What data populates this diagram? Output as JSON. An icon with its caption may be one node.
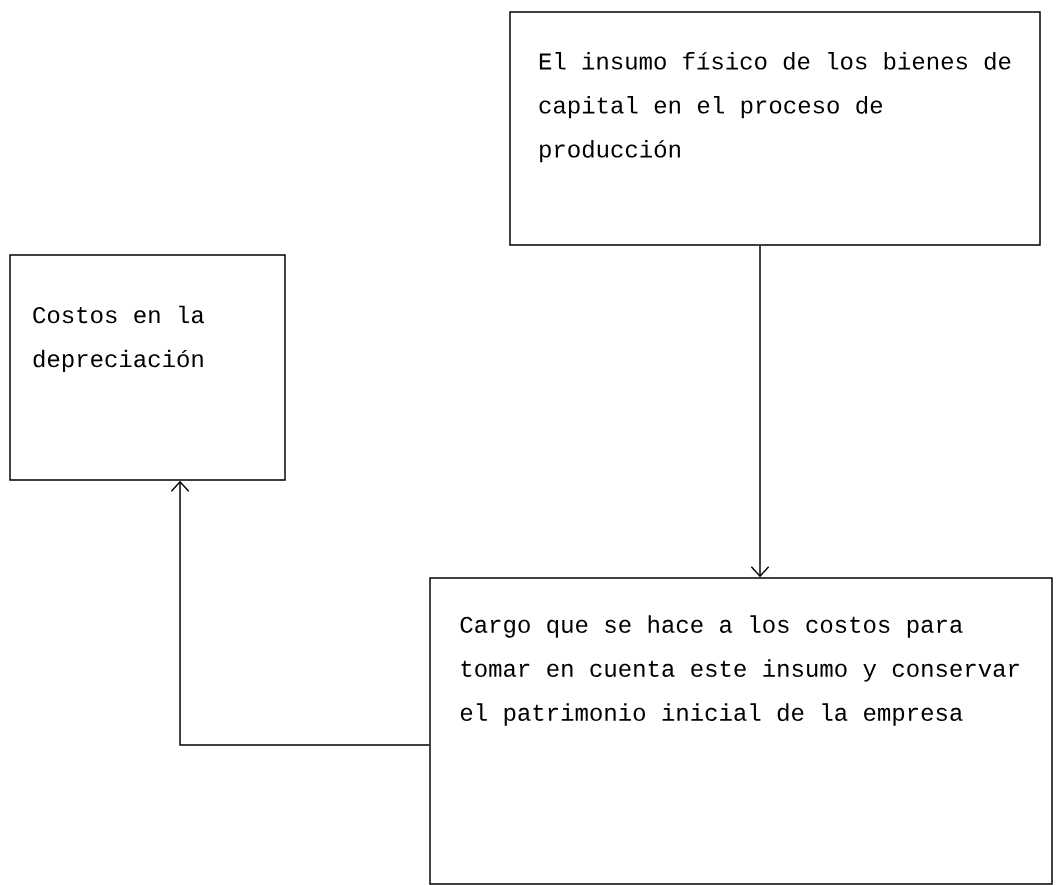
{
  "diagram": {
    "nodes": [
      {
        "text": [
          "El insumo físico de los bienes de capital en el proceso de producción"
        ]
      },
      {
        "text": [
          "Costos en la depreciación"
        ]
      },
      {
        "text": [
          "Cargo que se hace a los costos para tomar en cuenta este insumo y conservar el patrimonio inicial de la empresa"
        ]
      }
    ],
    "edges": [
      {
        "from": 0,
        "to": 2,
        "arrow": "to"
      },
      {
        "from": 2,
        "to": 1,
        "arrow": "to"
      }
    ]
  }
}
